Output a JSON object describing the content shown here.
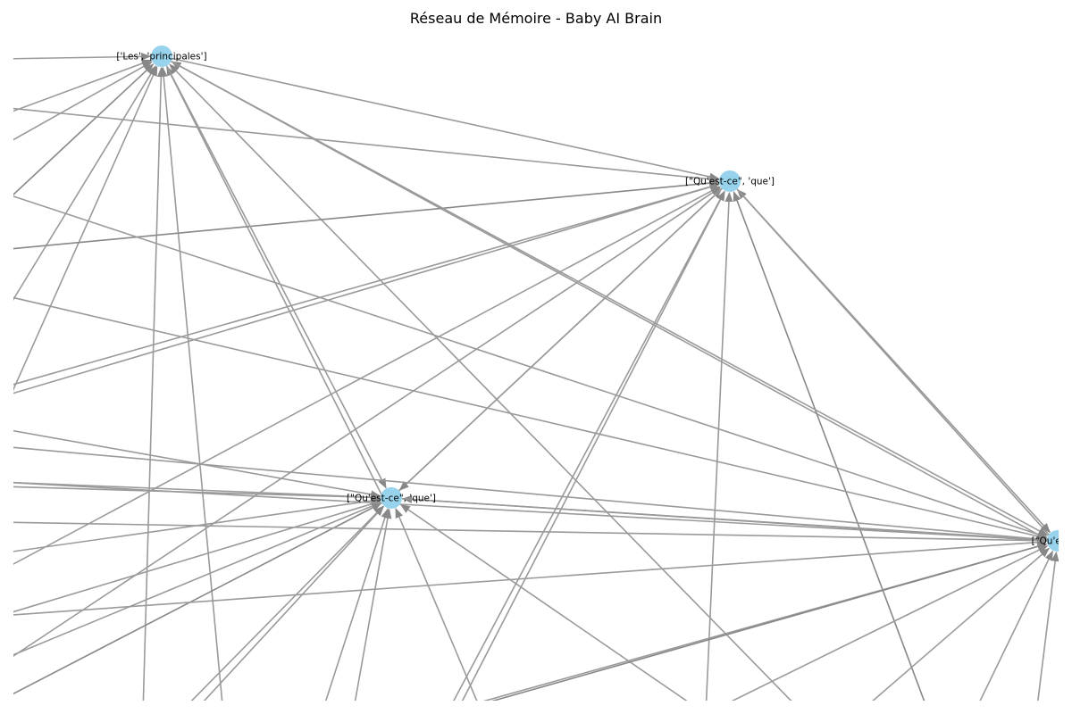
{
  "title": "Réseau de Mémoire - Baby AI Brain",
  "colors": {
    "node_fill": "#97d3ec",
    "edge": "#9a9a9a",
    "edge_dark": "#888888",
    "background": "#ffffff"
  },
  "nodes": [
    {
      "id": "n1",
      "label": "['Les', 'principales']"
    },
    {
      "id": "n2",
      "label": "[\"Qu'est-ce\", 'que']"
    },
    {
      "id": "n3",
      "label": "[\"Qu'est-ce\", 'que']"
    },
    {
      "id": "n4",
      "label": "[\"Qu'est-ce"
    }
  ]
}
